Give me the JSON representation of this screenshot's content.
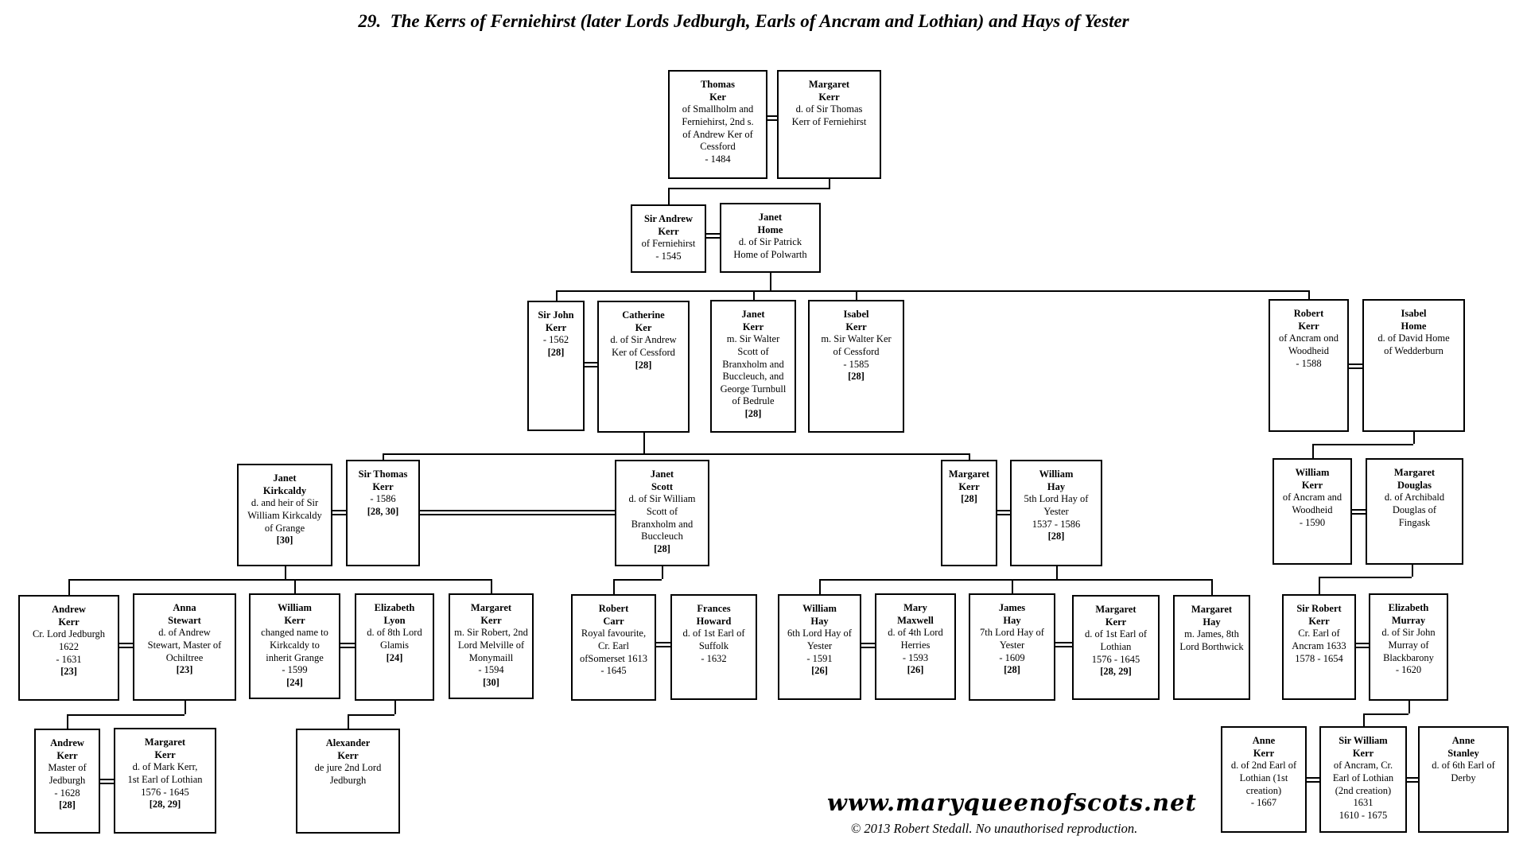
{
  "title": "29.  The Kerrs of Ferniehirst (later Lords Jedburgh, Earls of Ancram and Lothian) and Hays of Yester",
  "watermark": "www.maryqueenofscots.net",
  "copyright": "© 2013 Robert Stedall. No unauthorised reproduction.",
  "persons": [
    {
      "name": "Thomas\nKer",
      "details": "of Smallholm and\nFerniehirst, 2nd s.\nof Andrew Ker of\nCessford\n- 1484",
      "ref": ""
    },
    {
      "name": "Margaret\nKerr",
      "details": "d. of Sir Thomas\nKerr of Ferniehirst",
      "ref": ""
    },
    {
      "name": "Sir Andrew\nKerr",
      "details": "of Ferniehirst\n- 1545",
      "ref": ""
    },
    {
      "name": "Janet\nHome",
      "details": "d. of Sir Patrick\nHome of Polwarth",
      "ref": ""
    },
    {
      "name": "Sir John\nKerr",
      "details": "- 1562",
      "ref": "[28]"
    },
    {
      "name": "Catherine\nKer",
      "details": "d. of Sir Andrew\nKer of Cessford",
      "ref": "[28]"
    },
    {
      "name": "Janet\nKerr",
      "details": "m. Sir Walter\nScott of\nBranxholm and\nBuccleuch, and\nGeorge Turnbull\nof Bedrule",
      "ref": "[28]"
    },
    {
      "name": "Isabel\nKerr",
      "details": "m. Sir Walter Ker\nof Cessford\n- 1585",
      "ref": "[28]"
    },
    {
      "name": "Robert\nKerr",
      "details": "of Ancram ond\nWoodheid\n- 1588",
      "ref": ""
    },
    {
      "name": "Isabel\nHome",
      "details": "d. of David Home\nof Wedderburn",
      "ref": ""
    },
    {
      "name": "Janet\nKirkcaldy",
      "details": "d. and heir of Sir\nWilliam Kirkcaldy\nof Grange",
      "ref": "[30]"
    },
    {
      "name": "Sir Thomas\nKerr",
      "details": "- 1586",
      "ref": "[28, 30]"
    },
    {
      "name": "Janet\nScott",
      "details": "d. of Sir William\nScott of\nBranxholm and\nBuccleuch",
      "ref": "[28]"
    },
    {
      "name": "Margaret\nKerr",
      "details": "",
      "ref": "[28]"
    },
    {
      "name": "William\nHay",
      "details": "5th Lord Hay of\nYester\n1537 - 1586",
      "ref": "[28]"
    },
    {
      "name": "William\nKerr",
      "details": "of Ancram and\nWoodheid\n- 1590",
      "ref": ""
    },
    {
      "name": "Margaret\nDouglas",
      "details": "d. of Archibald\nDouglas of\nFingask",
      "ref": ""
    },
    {
      "name": "Andrew\nKerr",
      "details": "Cr. Lord Jedburgh\n1622\n- 1631",
      "ref": "[23]"
    },
    {
      "name": "Anna\nStewart",
      "details": "d. of Andrew\nStewart, Master of\nOchiltree",
      "ref": "[23]"
    },
    {
      "name": "William\nKerr",
      "details": "changed name to\nKirkcaldy to\ninherit Grange\n- 1599",
      "ref": "[24]"
    },
    {
      "name": "Elizabeth\nLyon",
      "details": "d. of 8th Lord\nGlamis",
      "ref": "[24]"
    },
    {
      "name": "Margaret\nKerr",
      "details": "m. Sir Robert, 2nd\nLord Melville of\nMonymaill\n- 1594",
      "ref": "[30]"
    },
    {
      "name": "Robert\nCarr",
      "details": "Royal favourite,\nCr. Earl\nofSomerset 1613\n- 1645",
      "ref": ""
    },
    {
      "name": "Frances\nHoward",
      "details": "d. of 1st Earl of\nSuffolk\n- 1632",
      "ref": ""
    },
    {
      "name": "William\nHay",
      "details": "6th Lord Hay of\nYester\n- 1591",
      "ref": "[26]"
    },
    {
      "name": "Mary\nMaxwell",
      "details": "d. of 4th Lord\nHerries\n- 1593",
      "ref": "[26]"
    },
    {
      "name": "James\nHay",
      "details": "7th Lord Hay of\nYester\n- 1609",
      "ref": "[28]"
    },
    {
      "name": "Margaret\nKerr",
      "details": "d. of 1st Earl of\nLothian\n1576 - 1645",
      "ref": "[28, 29]"
    },
    {
      "name": "Margaret\nHay",
      "details": "m. James, 8th\nLord Borthwick",
      "ref": ""
    },
    {
      "name": "Sir Robert\nKerr",
      "details": "Cr. Earl of\nAncram 1633\n1578 - 1654",
      "ref": ""
    },
    {
      "name": "Elizabeth\nMurray",
      "details": "d. of Sir John\nMurray of\nBlackbarony\n- 1620",
      "ref": ""
    },
    {
      "name": "Andrew\nKerr",
      "details": "Master of\nJedburgh\n- 1628",
      "ref": "[28]"
    },
    {
      "name": "Margaret\nKerr",
      "details": "d. of Mark Kerr,\n1st Earl of Lothian\n1576 - 1645",
      "ref": "[28, 29]"
    },
    {
      "name": "Alexander\nKerr",
      "details": "de jure 2nd Lord\nJedburgh",
      "ref": ""
    },
    {
      "name": "Anne\nKerr",
      "details": "d. of 2nd Earl of\nLothian (1st\ncreation)\n- 1667",
      "ref": ""
    },
    {
      "name": "Sir William\nKerr",
      "details": "of Ancram, Cr.\nEarl of Lothian\n(2nd creation)\n1631\n1610 - 1675",
      "ref": ""
    },
    {
      "name": "Anne\nStanley",
      "details": "d. of 6th Earl of\nDerby",
      "ref": ""
    }
  ]
}
